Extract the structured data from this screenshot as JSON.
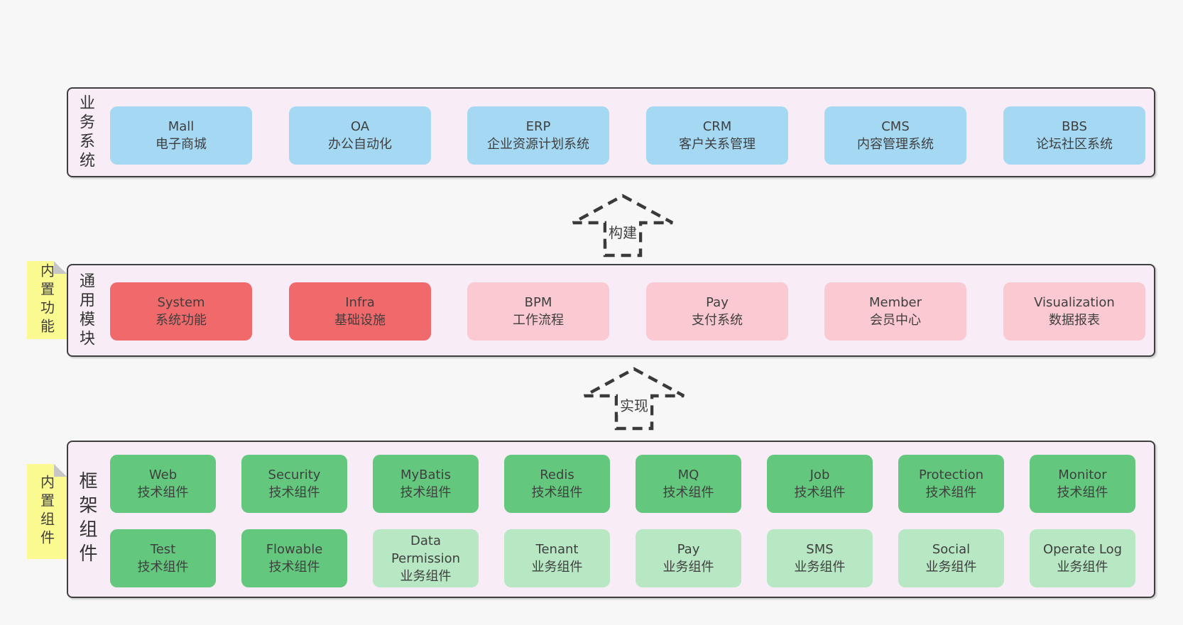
{
  "palette": {
    "page_bg": "#f7f7f7",
    "container_bg": "#f8edf6",
    "container_border": "#3f3f3f",
    "box_blue": "#a5d8f3",
    "box_red": "#f0696b",
    "box_pink": "#fac9d1",
    "box_green": "#63c87d",
    "box_green_light": "#b7e7c3",
    "sticky_yellow": "#fbfa90",
    "text": "#3f3f3f"
  },
  "arrows": {
    "build": {
      "label": "构建"
    },
    "implement": {
      "label": "实现"
    }
  },
  "sections": {
    "business": {
      "label": "业务系统",
      "boxes": [
        {
          "en": "Mall",
          "zh": "电子商城"
        },
        {
          "en": "OA",
          "zh": "办公自动化"
        },
        {
          "en": "ERP",
          "zh": "企业资源计划系统"
        },
        {
          "en": "CRM",
          "zh": "客户关系管理"
        },
        {
          "en": "CMS",
          "zh": "内容管理系统"
        },
        {
          "en": "BBS",
          "zh": "论坛社区系统"
        }
      ]
    },
    "modules": {
      "label": "通用模块",
      "sticky": "内置功能",
      "boxes": [
        {
          "en": "System",
          "zh": "系统功能"
        },
        {
          "en": "Infra",
          "zh": "基础设施"
        },
        {
          "en": "BPM",
          "zh": "工作流程"
        },
        {
          "en": "Pay",
          "zh": "支付系统"
        },
        {
          "en": "Member",
          "zh": "会员中心"
        },
        {
          "en": "Visualization",
          "zh": "数据报表"
        }
      ]
    },
    "framework": {
      "label": "框架组件",
      "sticky": "内置组件",
      "row1": [
        {
          "en": "Web",
          "zh": "技术组件"
        },
        {
          "en": "Security",
          "zh": "技术组件"
        },
        {
          "en": "MyBatis",
          "zh": "技术组件"
        },
        {
          "en": "Redis",
          "zh": "技术组件"
        },
        {
          "en": "MQ",
          "zh": "技术组件"
        },
        {
          "en": "Job",
          "zh": "技术组件"
        },
        {
          "en": "Protection",
          "zh": "技术组件"
        },
        {
          "en": "Monitor",
          "zh": "技术组件"
        }
      ],
      "row2": [
        {
          "en": "Test",
          "zh": "技术组件"
        },
        {
          "en": "Flowable",
          "zh": "技术组件"
        },
        {
          "en": "Data Permission",
          "zh": "业务组件"
        },
        {
          "en": "Tenant",
          "zh": "业务组件"
        },
        {
          "en": "Pay",
          "zh": "业务组件"
        },
        {
          "en": "SMS",
          "zh": "业务组件"
        },
        {
          "en": "Social",
          "zh": "业务组件"
        },
        {
          "en": "Operate Log",
          "zh": "业务组件"
        }
      ]
    }
  }
}
